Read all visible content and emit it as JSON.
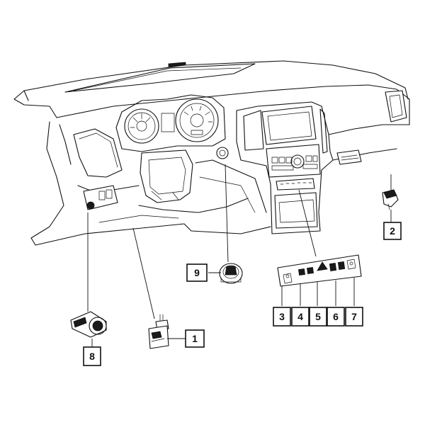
{
  "diagram": {
    "callouts": [
      {
        "label": "1"
      },
      {
        "label": "2"
      },
      {
        "label": "3"
      },
      {
        "label": "4"
      },
      {
        "label": "5"
      },
      {
        "label": "6"
      },
      {
        "label": "7"
      },
      {
        "label": "8"
      },
      {
        "label": "9"
      }
    ],
    "parts_icon": "dashboard-switches-exploded-view"
  }
}
